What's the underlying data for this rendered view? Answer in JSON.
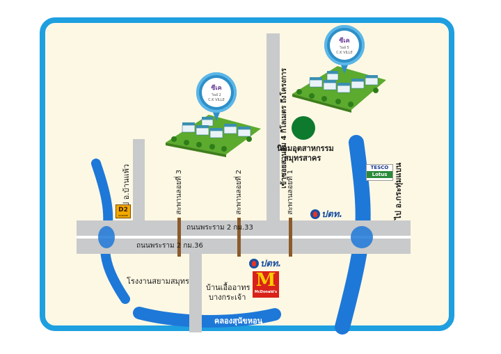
{
  "map": {
    "villages": [
      {
        "brand": "ซีเค",
        "num": "วิลล์ 2",
        "sub": "C.K VILLE"
      },
      {
        "brand": "ซีเค",
        "num": "วิลล์ 5",
        "sub": "C.K VILLE"
      }
    ],
    "labels": {
      "to_ban_phaeo": "ไป อ.บ้านแพ้ว",
      "to_krathum_baen": "ไป อ.กระทุ่มแบน",
      "entrance_road": "เข้าซอยสวนส้ม 4 กิโลเมตร ถึงโครงการ",
      "industrial_estate_1": "นิคมอุตสาหกรรม",
      "industrial_estate_2": "สมุทรสาคร",
      "bridge_3": "สะพานลอยที่ 3",
      "bridge_2": "สะพานลอยที่ 2",
      "bridge_1": "สะพานลอยที่ 1",
      "rama2_km33": "ถนนพระราม 2 กม.33",
      "rama2_km36": "ถนนพระราม 2 กม.36",
      "factory": "โรงงานสยามสมุทร",
      "ban_uea_athon_1": "บ้านเอื้ออาทร",
      "ban_uea_athon_2": "บางกระเจ้า",
      "canal": "คลองสุนัขหอน"
    },
    "brands": {
      "ptt": "ปตท.",
      "tesco_top": "TESCO",
      "tesco_bottom": "Lotus",
      "mcdonalds_m": "M",
      "mcdonalds_text": "McDonald's",
      "d2_logo": "D2",
      "d2_sub": "DOHOME"
    },
    "colors": {
      "frame": "#1E9FE0",
      "background": "#FDF8E4",
      "road": "#C9CACB",
      "river": "#1E78D8",
      "bridge": "#8B5A2B",
      "green_circle": "#0E7A2E"
    }
  }
}
